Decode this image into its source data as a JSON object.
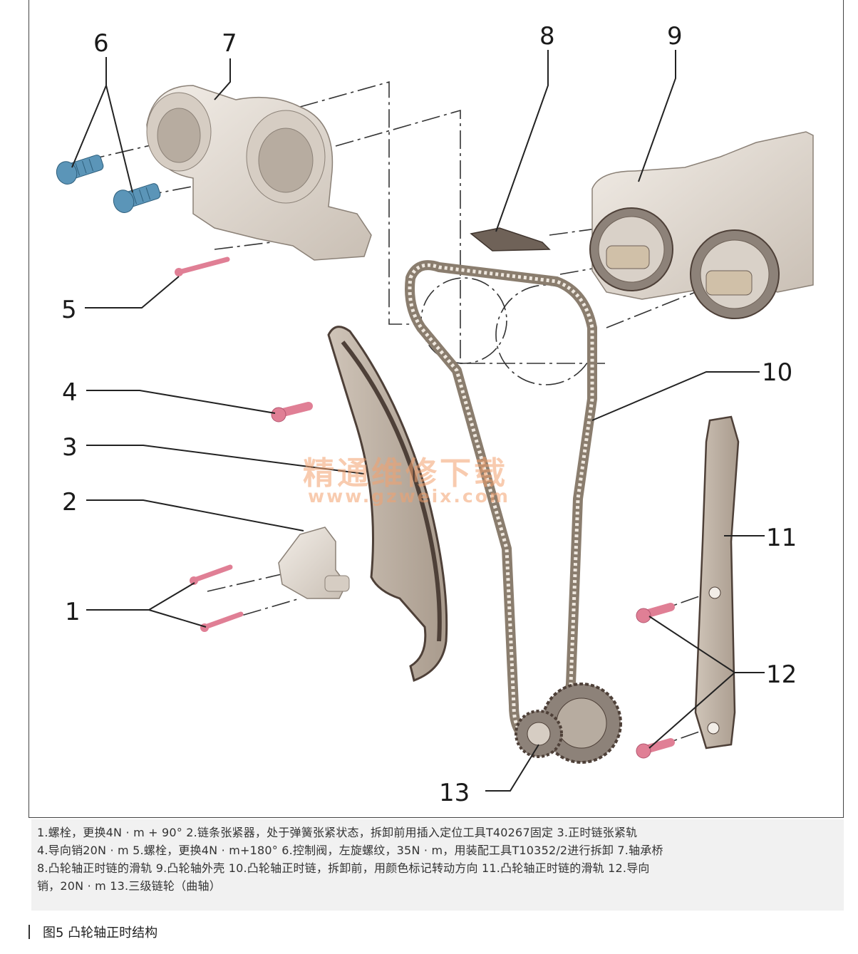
{
  "labels": {
    "n1": "1",
    "n2": "2",
    "n3": "3",
    "n4": "4",
    "n5": "5",
    "n6": "6",
    "n7": "7",
    "n8": "8",
    "n9": "9",
    "n10": "10",
    "n11": "11",
    "n12": "12",
    "n13": "13"
  },
  "watermark": {
    "text": "精通维修下载",
    "url": "www.gzweix.com"
  },
  "caption": {
    "line1": "1.螺栓，更换4N · m  +  90°    2.链条张紧器，处于弹簧张紧状态，拆卸前用插入定位工具T40267固定   3.正时链张紧轨",
    "line2": "4.导向销20N · m  5.螺栓，更换4N · m+180°    6.控制阀，左旋螺纹，35N · m，用装配工具T10352/2进行拆卸  7.轴承桥",
    "line3": "8.凸轮轴正时链的滑轨  9.凸轮轴外壳  10.凸轮轴正时链，拆卸前，用颜色标记转动方向  11.凸轮轴正时链的滑轨  12.导向",
    "line4": "销，20N · m 13.三级链轮（曲轴）"
  },
  "figure_label": "图5   凸轮轴正时结构",
  "colors": {
    "bolt_blue": "#5b95b8",
    "pin_pink": "#e07f95",
    "metal": "#e3dcd4",
    "chain": "#8a7d6e",
    "rail_dark": "#4e4038"
  }
}
